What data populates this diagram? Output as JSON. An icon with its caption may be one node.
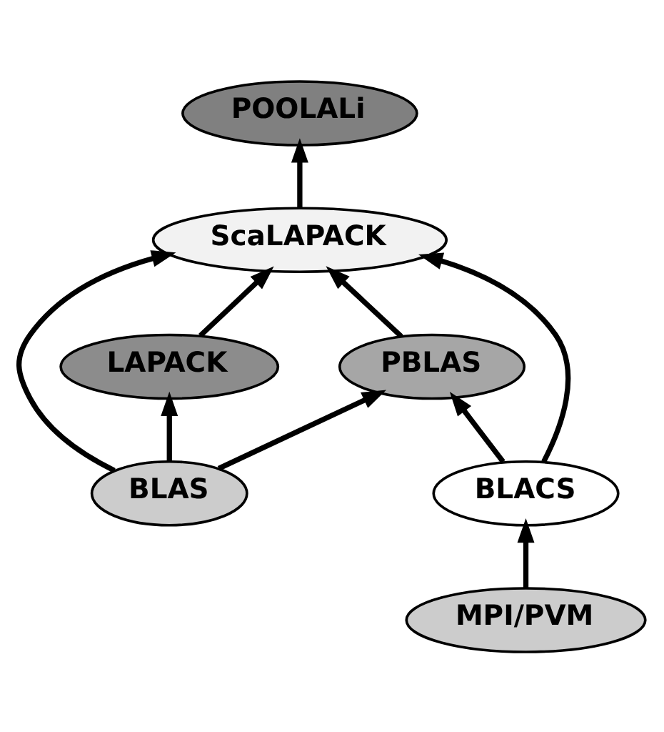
{
  "diagram": {
    "nodes": [
      {
        "text": [
          "POOLALi"
        ]
      },
      {
        "text": [
          "ScaLAPACK"
        ]
      },
      {
        "text": [
          "LAPACK"
        ]
      },
      {
        "text": [
          "PBLAS"
        ]
      },
      {
        "text": [
          "BLAS"
        ]
      },
      {
        "text": [
          "BLACS"
        ]
      },
      {
        "text": [
          "MPI/PVM"
        ]
      }
    ],
    "edges": [
      {
        "from": 1,
        "to": 0,
        "arrow": "to"
      },
      {
        "from": 2,
        "to": 1,
        "arrow": "to"
      },
      {
        "from": 3,
        "to": 1,
        "arrow": "to"
      },
      {
        "from": 4,
        "to": 2,
        "arrow": "to"
      },
      {
        "from": 4,
        "to": 1,
        "arrow": "to"
      },
      {
        "from": 4,
        "to": 3,
        "arrow": "to"
      },
      {
        "from": 5,
        "to": 1,
        "arrow": "to"
      },
      {
        "from": 5,
        "to": 3,
        "arrow": "to"
      },
      {
        "from": 6,
        "to": 5,
        "arrow": "to"
      }
    ]
  }
}
